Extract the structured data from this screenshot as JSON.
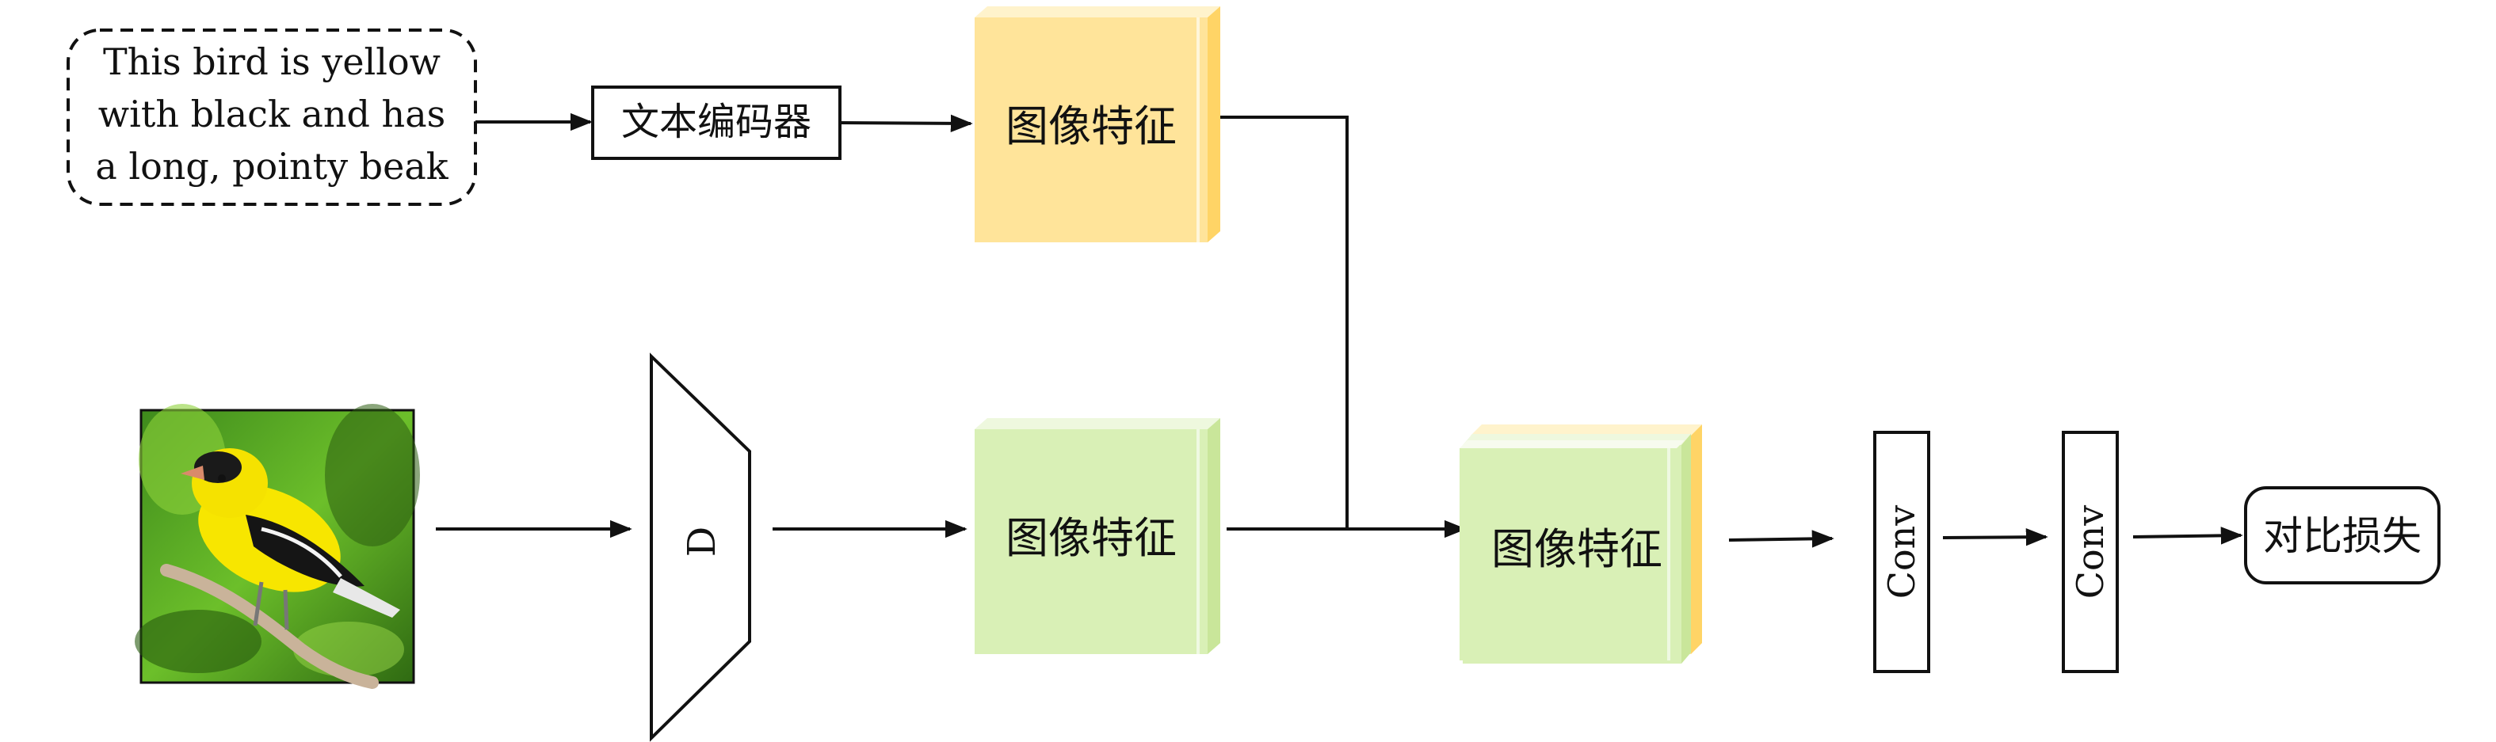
{
  "caption": {
    "lines": [
      "This bird is yellow",
      "with black and has",
      "a long, pointy beak"
    ]
  },
  "text_encoder": {
    "label": "文本编码器"
  },
  "text_feature": {
    "label": "图像特征",
    "color": "#FFE49A",
    "side_color": "#FFD466"
  },
  "image": {
    "subject": "yellow-bird-photo"
  },
  "discriminator": {
    "label": "D"
  },
  "image_feature": {
    "label": "图像特征",
    "color": "#D9F0B6",
    "side_color": "#C9E69A"
  },
  "fused_feature": {
    "label": "图像特征",
    "color": "#D9F0B6",
    "back_color": "#FFE49A"
  },
  "conv1": {
    "label": "Conv"
  },
  "conv2": {
    "label": "Conv"
  },
  "loss": {
    "label": "对比损失"
  }
}
